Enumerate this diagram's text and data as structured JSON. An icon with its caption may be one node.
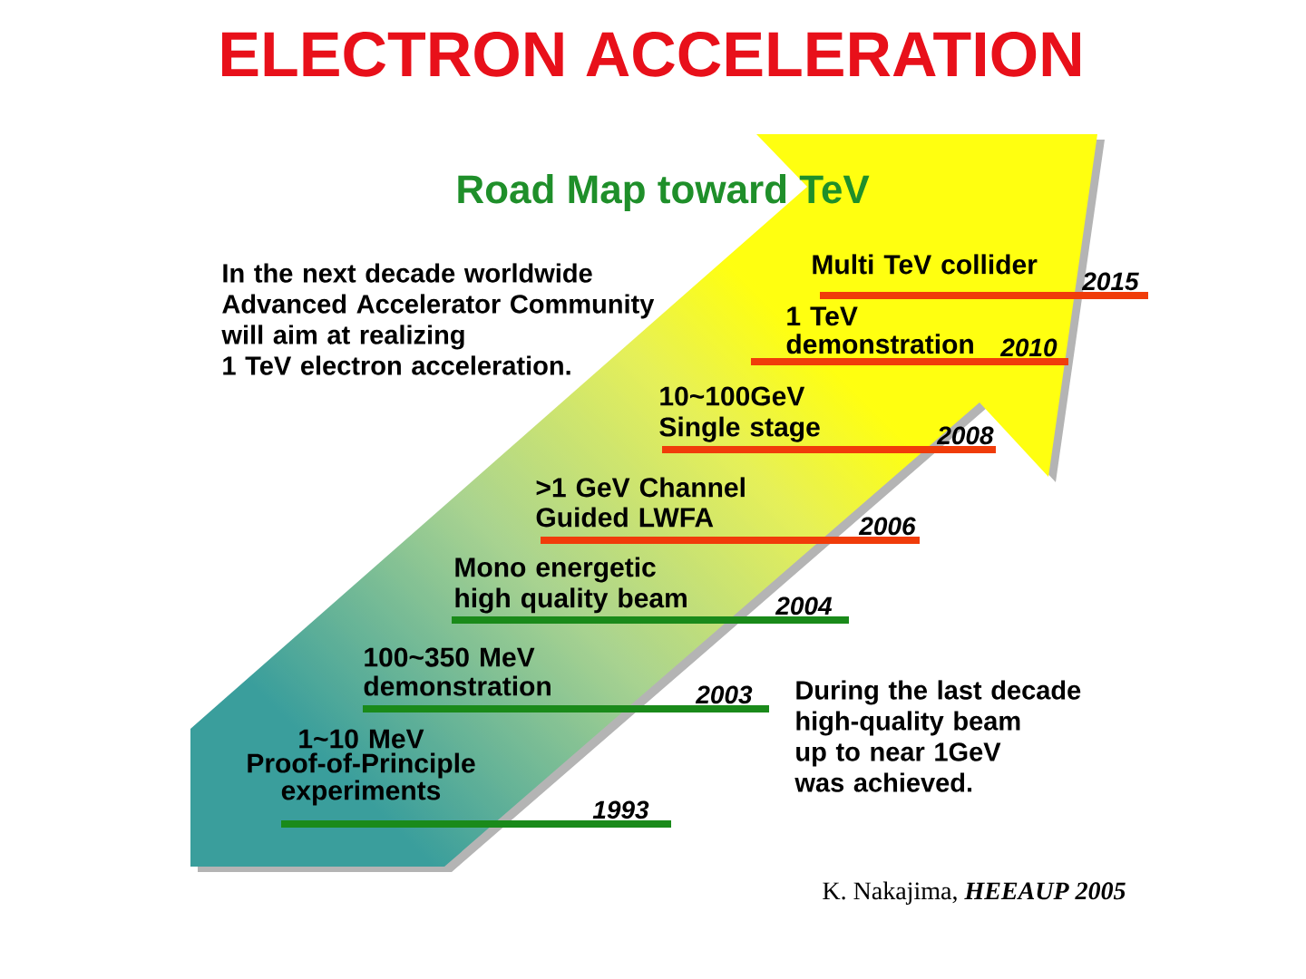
{
  "diagram": {
    "title": "ELECTRON ACCELERATION",
    "caption": "K. Nakajima, **HEEAUP 2005**",
    "nodes": [
      {
        "text": [
          "Multi TeV collider",
          "2015"
        ]
      },
      {
        "text": [
          "1 TeV demonstration",
          "2010"
        ]
      },
      {
        "text": [
          "10~100GeV Single stage",
          "2008"
        ]
      },
      {
        "text": [
          ">1 GeV Channel Guided LWFA",
          "2006"
        ]
      },
      {
        "text": [
          "Mono energetic high quality beam",
          "2004"
        ]
      },
      {
        "text": [
          "100~350 MeV demonstration",
          "2003"
        ]
      },
      {
        "text": [
          "1~10 MeV Proof-of-Principle experiments",
          "1993"
        ]
      }
    ],
    "labels": [
      "Road Map toward TeV",
      "In the next decade worldwide Advanced Accelerator Community will aim at realizing 1 TeV electron acceleration.",
      "During the last decade high-quality beam up to near 1GeV was achieved."
    ]
  }
}
